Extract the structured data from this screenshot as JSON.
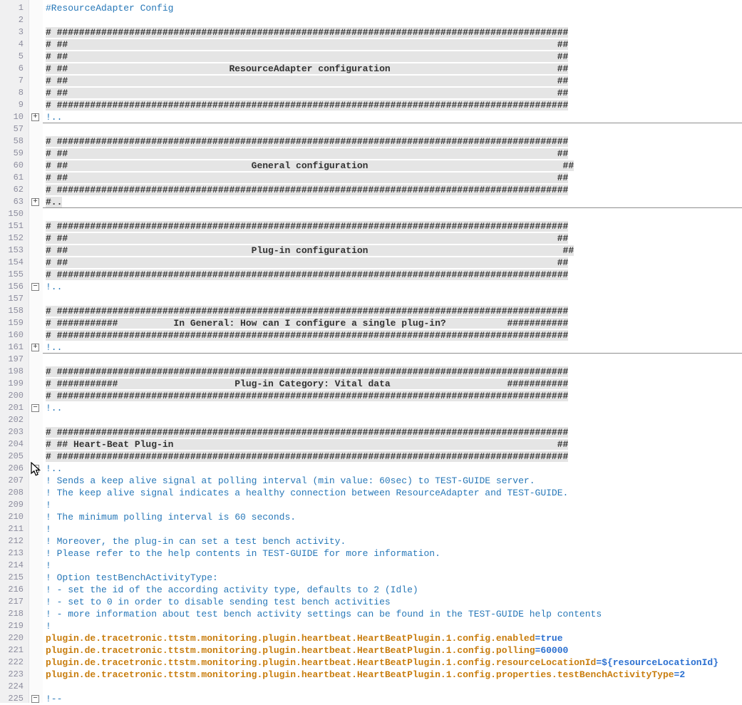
{
  "editor": {
    "blocks": {
      "hash_full": "# ############################################################################################",
      "border": "# ##                                                                                        ##",
      "title_resourceadapter": "# ##                             ResourceAdapter configuration                              ##",
      "title_general": "# ##                                 General configuration                                   ##",
      "title_plugin": "# ##                                 Plug-in configuration                                   ##",
      "subhead_single_plugin": "# ###########          In General: How can I configure a single plug-in?           ###########",
      "subhead_vital_data": "# ###########                     Plug-in Category: Vital data                     ###########",
      "heartbeat_header": "# ## Heart-Beat Plug-in                                                                     ##"
    },
    "lines": [
      {
        "num": "1",
        "style": "blue",
        "text": "#ResourceAdapter Config"
      },
      {
        "num": "2",
        "style": "empty"
      },
      {
        "num": "3",
        "style": "hash",
        "ref": "hash_full"
      },
      {
        "num": "4",
        "style": "hash",
        "ref": "border"
      },
      {
        "num": "5",
        "style": "hash",
        "ref": "border"
      },
      {
        "num": "6",
        "style": "hash",
        "ref": "title_resourceadapter"
      },
      {
        "num": "7",
        "style": "hash",
        "ref": "border"
      },
      {
        "num": "8",
        "style": "hash",
        "ref": "border"
      },
      {
        "num": "9",
        "style": "hash",
        "ref": "hash_full"
      },
      {
        "num": "10",
        "style": "blue",
        "text": "!..",
        "fold": "plus",
        "hline": true
      },
      {
        "num": "57",
        "style": "empty"
      },
      {
        "num": "58",
        "style": "hash",
        "ref": "hash_full"
      },
      {
        "num": "59",
        "style": "hash",
        "ref": "border"
      },
      {
        "num": "60",
        "style": "hash",
        "ref": "title_general"
      },
      {
        "num": "61",
        "style": "hash",
        "ref": "border"
      },
      {
        "num": "62",
        "style": "hash",
        "ref": "hash_full"
      },
      {
        "num": "63",
        "style": "hash",
        "text": "#..",
        "fold": "plus",
        "hline": true
      },
      {
        "num": "150",
        "style": "empty"
      },
      {
        "num": "151",
        "style": "hash",
        "ref": "hash_full"
      },
      {
        "num": "152",
        "style": "hash",
        "ref": "border"
      },
      {
        "num": "153",
        "style": "hash",
        "ref": "title_plugin"
      },
      {
        "num": "154",
        "style": "hash",
        "ref": "border"
      },
      {
        "num": "155",
        "style": "hash",
        "ref": "hash_full"
      },
      {
        "num": "156",
        "style": "blue",
        "text": "!..",
        "fold": "minus"
      },
      {
        "num": "157",
        "style": "empty"
      },
      {
        "num": "158",
        "style": "hash",
        "ref": "hash_full"
      },
      {
        "num": "159",
        "style": "hash",
        "ref": "subhead_single_plugin"
      },
      {
        "num": "160",
        "style": "hash",
        "ref": "hash_full"
      },
      {
        "num": "161",
        "style": "blue",
        "text": "!..",
        "fold": "plus",
        "hline": true
      },
      {
        "num": "197",
        "style": "empty"
      },
      {
        "num": "198",
        "style": "hash",
        "ref": "hash_full"
      },
      {
        "num": "199",
        "style": "hash",
        "ref": "subhead_vital_data"
      },
      {
        "num": "200",
        "style": "hash",
        "ref": "hash_full"
      },
      {
        "num": "201",
        "style": "blue",
        "text": "!..",
        "fold": "minus"
      },
      {
        "num": "202",
        "style": "empty"
      },
      {
        "num": "203",
        "style": "hash",
        "ref": "hash_full"
      },
      {
        "num": "204",
        "style": "hash",
        "ref": "heartbeat_header"
      },
      {
        "num": "205",
        "style": "hash",
        "ref": "hash_full"
      },
      {
        "num": "206",
        "style": "blue",
        "text": "!..",
        "fold": "minus",
        "cursor": true
      },
      {
        "num": "207",
        "style": "blue",
        "text": "! Sends a keep alive signal at polling interval (min value: 60sec) to TEST-GUIDE server."
      },
      {
        "num": "208",
        "style": "blue",
        "text": "! The keep alive signal indicates a healthy connection between ResourceAdapter and TEST-GUIDE."
      },
      {
        "num": "209",
        "style": "blue",
        "text": "!"
      },
      {
        "num": "210",
        "style": "blue",
        "text": "! The minimum polling interval is 60 seconds."
      },
      {
        "num": "211",
        "style": "blue",
        "text": "!"
      },
      {
        "num": "212",
        "style": "blue",
        "text": "! Moreover, the plug-in can set a test bench activity."
      },
      {
        "num": "213",
        "style": "blue",
        "text": "! Please refer to the help contents in TEST-GUIDE for more information."
      },
      {
        "num": "214",
        "style": "blue",
        "text": "!"
      },
      {
        "num": "215",
        "style": "blue",
        "text": "! Option testBenchActivityType:"
      },
      {
        "num": "216",
        "style": "blue",
        "text": "! - set the id of the according activity type, defaults to 2 (Idle)"
      },
      {
        "num": "217",
        "style": "blue",
        "text": "! - set to 0 in order to disable sending test bench activities"
      },
      {
        "num": "218",
        "style": "blue",
        "text": "! - more information about test bench activity settings can be found in the TEST-GUIDE help contents"
      },
      {
        "num": "219",
        "style": "blue",
        "text": "!"
      },
      {
        "num": "220",
        "style": "prop",
        "key": "plugin.de.tracetronic.ttstm.monitoring.plugin.heartbeat.HeartBeatPlugin.1.config.enabled",
        "eq": "=",
        "value": "true"
      },
      {
        "num": "221",
        "style": "prop",
        "key": "plugin.de.tracetronic.ttstm.monitoring.plugin.heartbeat.HeartBeatPlugin.1.config.polling",
        "eq": "=",
        "value": "60000"
      },
      {
        "num": "222",
        "style": "prop",
        "key": "plugin.de.tracetronic.ttstm.monitoring.plugin.heartbeat.HeartBeatPlugin.1.config.resourceLocationId",
        "eq": "=",
        "value": "${resourceLocationId}"
      },
      {
        "num": "223",
        "style": "prop",
        "key": "plugin.de.tracetronic.ttstm.monitoring.plugin.heartbeat.HeartBeatPlugin.1.config.properties.testBenchActivityType",
        "eq": "=",
        "value": "2"
      },
      {
        "num": "224",
        "style": "empty"
      },
      {
        "num": "225",
        "style": "blue",
        "text": "!--",
        "fold": "minus"
      }
    ],
    "mouse_cursor": {
      "near_line": "206"
    }
  },
  "colors": {
    "background": "#ffffff",
    "gutter_bg": "#f0f0f1",
    "gutter_text": "#8d8d9e",
    "comment_hash_text": "#333333",
    "comment_hash_bg": "#e5e5e5",
    "comment_blue": "#2878b8",
    "prop_key": "#c87d0e",
    "prop_value": "#2a6fd0",
    "fold_line": "#8f8f8f"
  }
}
